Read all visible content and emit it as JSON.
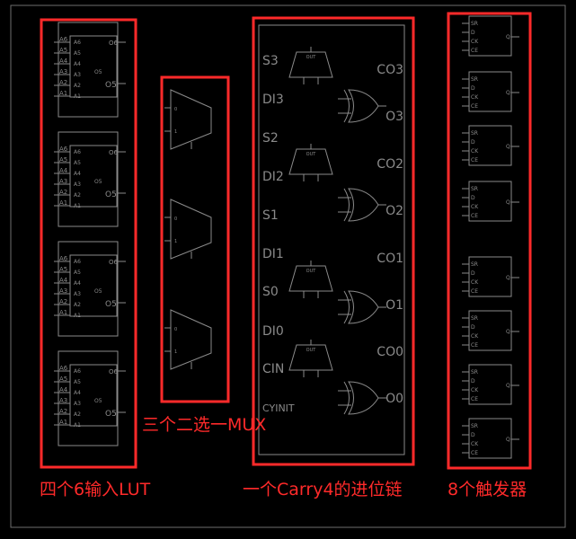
{
  "colors": {
    "background": "#000000",
    "schematic": "#8a8a8a",
    "highlight": "#ff2a2a"
  },
  "annotations": {
    "lut": "四个6输入LUT",
    "mux": "三个二选一MUX",
    "carry": "一个Carry4的进位链",
    "ff": "8个触发器"
  },
  "lut": {
    "inputs": [
      "A6",
      "A5",
      "A4",
      "A3",
      "A2",
      "A1"
    ],
    "pin_labels": [
      "A6",
      "A5",
      "A4",
      "A3",
      "A2",
      "A1"
    ],
    "out6": "O6",
    "out5": "O5",
    "out5_right": "O5",
    "out6_right": "O6"
  },
  "carry4": {
    "left_pins": [
      "S3",
      "DI3",
      "S2",
      "DI2",
      "S1",
      "DI1",
      "S0",
      "DI0",
      "CIN",
      "CYINIT"
    ],
    "right_pins": [
      "CO3",
      "O3",
      "CO2",
      "O2",
      "CO1",
      "O1",
      "CO0",
      "O0"
    ],
    "mux_label": "OUT"
  },
  "ff": {
    "pins": [
      "SR",
      "D",
      "CK",
      "CE"
    ],
    "out": "Q"
  }
}
